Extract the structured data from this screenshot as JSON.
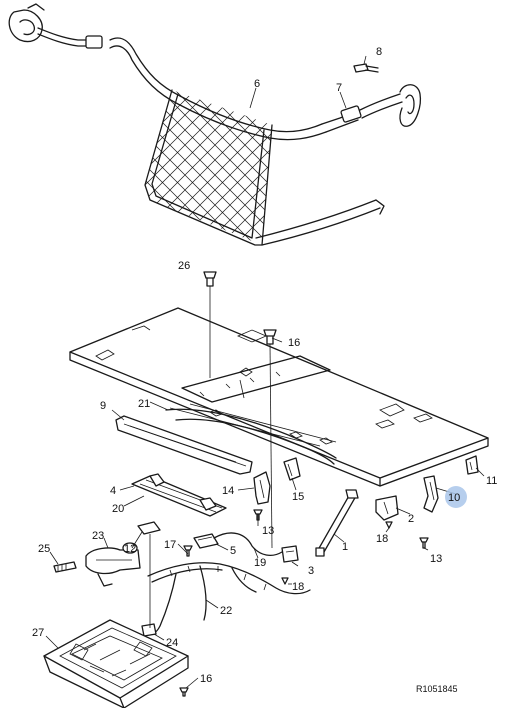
{
  "diagram": {
    "reference_code": "R1051845",
    "callouts": [
      {
        "id": "n8",
        "text": "8"
      },
      {
        "id": "n6",
        "text": "6"
      },
      {
        "id": "n7",
        "text": "7"
      },
      {
        "id": "n26",
        "text": "26"
      },
      {
        "id": "n16a",
        "text": "16"
      },
      {
        "id": "n21",
        "text": "21"
      },
      {
        "id": "n9",
        "text": "9"
      },
      {
        "id": "n4",
        "text": "4"
      },
      {
        "id": "n20",
        "text": "20"
      },
      {
        "id": "n14",
        "text": "14"
      },
      {
        "id": "n15",
        "text": "15"
      },
      {
        "id": "n13a",
        "text": "13"
      },
      {
        "id": "n11",
        "text": "11"
      },
      {
        "id": "n10",
        "text": "10"
      },
      {
        "id": "n2",
        "text": "2"
      },
      {
        "id": "n18a",
        "text": "18"
      },
      {
        "id": "n13b",
        "text": "13"
      },
      {
        "id": "n1",
        "text": "1"
      },
      {
        "id": "n23",
        "text": "23"
      },
      {
        "id": "n12",
        "text": "12"
      },
      {
        "id": "n17",
        "text": "17"
      },
      {
        "id": "n5",
        "text": "5"
      },
      {
        "id": "n19",
        "text": "19"
      },
      {
        "id": "n3",
        "text": "3"
      },
      {
        "id": "n18b",
        "text": "18"
      },
      {
        "id": "n25",
        "text": "25"
      },
      {
        "id": "n22",
        "text": "22"
      },
      {
        "id": "n24",
        "text": "24"
      },
      {
        "id": "n27",
        "text": "27"
      },
      {
        "id": "n16b",
        "text": "16"
      }
    ],
    "highlight_color": "#a9c6ea",
    "line_color": "#1a1a1a"
  }
}
